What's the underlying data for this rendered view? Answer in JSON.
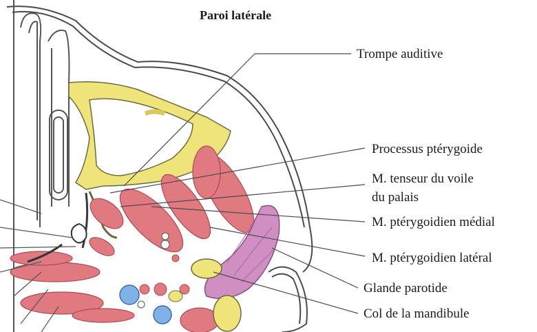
{
  "title": "Paroi latérale",
  "labels": {
    "trompe": "Trompe auditive",
    "processus": "Processus ptérygoide",
    "tenseur_l1": "M. tenseur du voile",
    "tenseur_l2": "du palais",
    "medial": "M. ptérygoidien médial",
    "lateral": "M. ptérygoidien latéral",
    "parotide": "Glande parotide",
    "col": "Col de la mandibule"
  },
  "colors": {
    "muscle": "#e07a80",
    "muscle_dark": "#b3434c",
    "bone_yellow": "#efe47a",
    "gland": "#cf8fc3",
    "vessel_blue": "#7fb2e8",
    "outline": "#4a4a4a"
  }
}
